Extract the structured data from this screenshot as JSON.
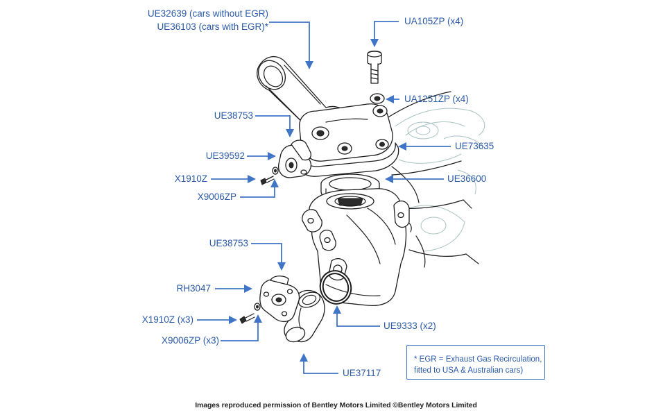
{
  "callouts": {
    "ue32639": "UE32639 (cars without EGR)",
    "ue36103": "UE36103 (cars with EGR)*",
    "ua105zp": "UA105ZP (x4)",
    "ua1251zp": "UA1251ZP (x4)",
    "ue38753_top": "UE38753",
    "ue73635": "UE73635",
    "ue39592": "UE39592",
    "ue36600": "UE36600",
    "x1910z": "X1910Z",
    "x9006zp": "X9006ZP",
    "ue38753_lower": "UE38753",
    "rh3047": "RH3047",
    "x1910z_x3": "X1910Z (x3)",
    "ue9333": "UE9333 (x2)",
    "x9006zp_x3": "X9006ZP (x3)",
    "ue37117": "UE37117"
  },
  "note": {
    "line1": "* EGR = Exhaust Gas Recirculation,",
    "line2": "fitted to USA & Australian cars)"
  },
  "footer": "Images reproduced permission of Bentley Motors Limited ©Bentley Motors Limited",
  "colors": {
    "callout_text": "#2a5aa8",
    "leader_lines": "#3f74c6",
    "drawing": "#1d1d1d"
  }
}
